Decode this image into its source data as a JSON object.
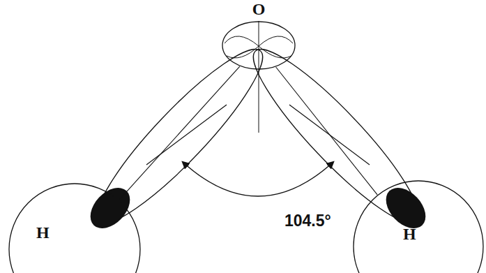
{
  "diagram": {
    "nodes": [
      {
        "text": [
          "O"
        ]
      },
      {
        "text": [
          "H"
        ]
      },
      {
        "text": [
          "H"
        ]
      }
    ],
    "edges": [
      {
        "from": 0,
        "to": 1,
        "arrow": "none"
      },
      {
        "from": 0,
        "to": 2,
        "arrow": "none"
      }
    ],
    "labels": [
      "104.5°"
    ]
  }
}
